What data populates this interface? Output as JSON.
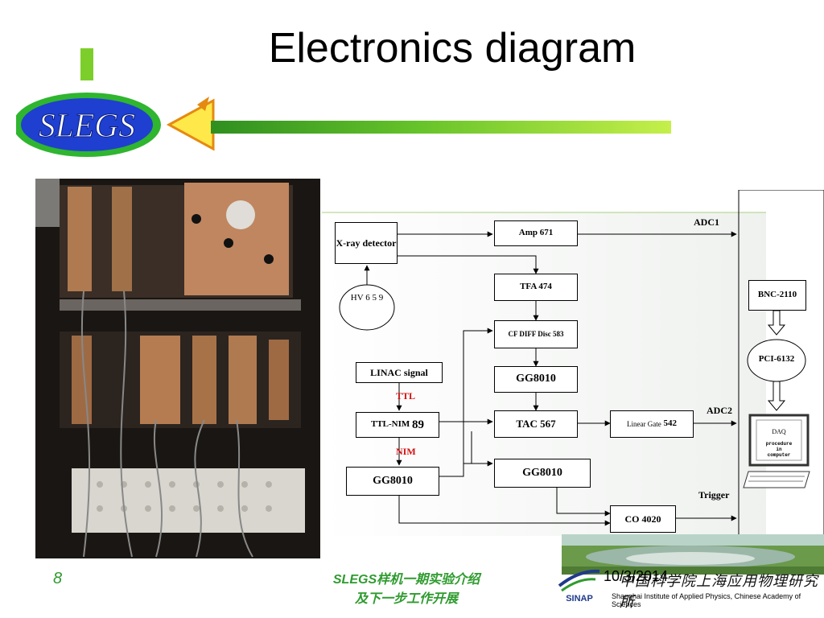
{
  "slide": {
    "title": "Electronics diagram",
    "logo_text": "SLEGS",
    "page_number": "8",
    "footer_line1": "SLEGS样机一期实验介绍",
    "footer_line2": "及下一步工作开展",
    "date": "10/3/2014",
    "institute_cn": "中国科学院上海应用物理研究所",
    "institute_en": "Shanghai Institute of Applied Physics, Chinese Academy of Sciences",
    "institute_abbr": "SINAP"
  },
  "diagram": {
    "xray_detector": "X-ray detector",
    "amp": "Amp 671",
    "tfa": "TFA 474",
    "cf_diff_disc": "CF DIFF Disc 583",
    "gg8010_top": "GG8010",
    "tac": "TAC 567",
    "linear_gate_small": "Linear Gate",
    "linear_gate_num": "542",
    "gg8010_mid": "GG8010",
    "co4020": "CO 4020",
    "linac_signal": "LINAC signal",
    "ttl_nim_small": "TTL-NIM",
    "ttl_nim_num": "89",
    "gg8010_left": "GG8010",
    "hv": "HV 6 5 9",
    "ttl_label": "TTL",
    "nim_label": "NIM",
    "adc1": "ADC1",
    "adc2": "ADC2",
    "trigger": "Trigger",
    "bnc": "BNC-2110",
    "pci": "PCI-6132",
    "daq": "DAQ",
    "daq_sub1": "procedure",
    "daq_sub2": "in",
    "daq_sub3": "computer"
  },
  "colors": {
    "accent_green": "#2e9b2e",
    "red_label": "#d01010",
    "logo_blue": "#1f3fd0"
  }
}
